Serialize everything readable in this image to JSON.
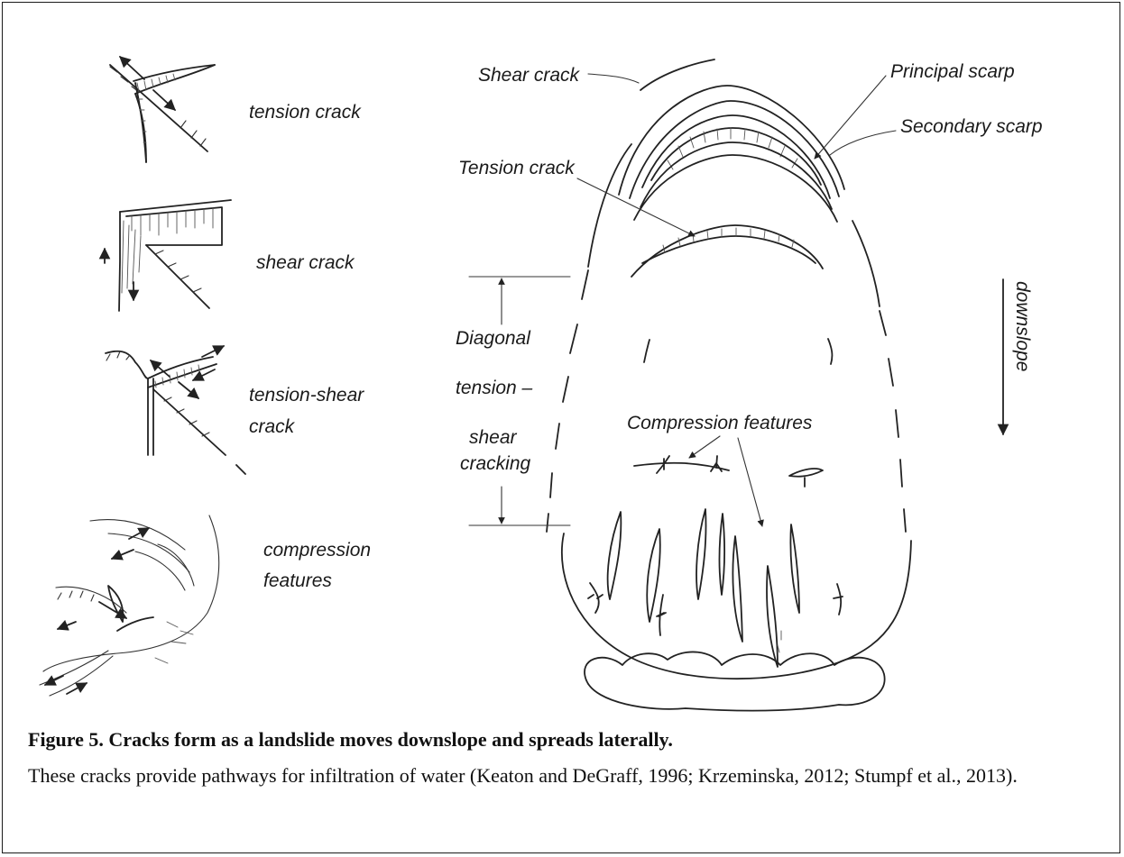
{
  "left_panel": {
    "tension_crack": "tension crack",
    "shear_crack": "shear crack",
    "tension_shear_line1": "tension-shear",
    "tension_shear_line2": "crack",
    "compression_line1": "compression",
    "compression_line2": "features"
  },
  "main_diagram": {
    "shear_crack": "Shear crack",
    "principal_scarp": "Principal scarp",
    "secondary_scarp": "Secondary scarp",
    "tension_crack": "Tension crack",
    "diagonal_line1": "Diagonal",
    "diagonal_line2": "tension –",
    "diagonal_line3": "shear",
    "diagonal_line4": "cracking",
    "compression_features": "Compression features",
    "downslope": "downslope"
  },
  "caption": {
    "title": "Figure 5. Cracks form as a landslide moves downslope and spreads laterally.",
    "body": "These cracks provide pathways for infiltration of water (Keaton and DeGraff, 1996; Krzeminska, 2012; Stumpf et al., 2013)."
  }
}
